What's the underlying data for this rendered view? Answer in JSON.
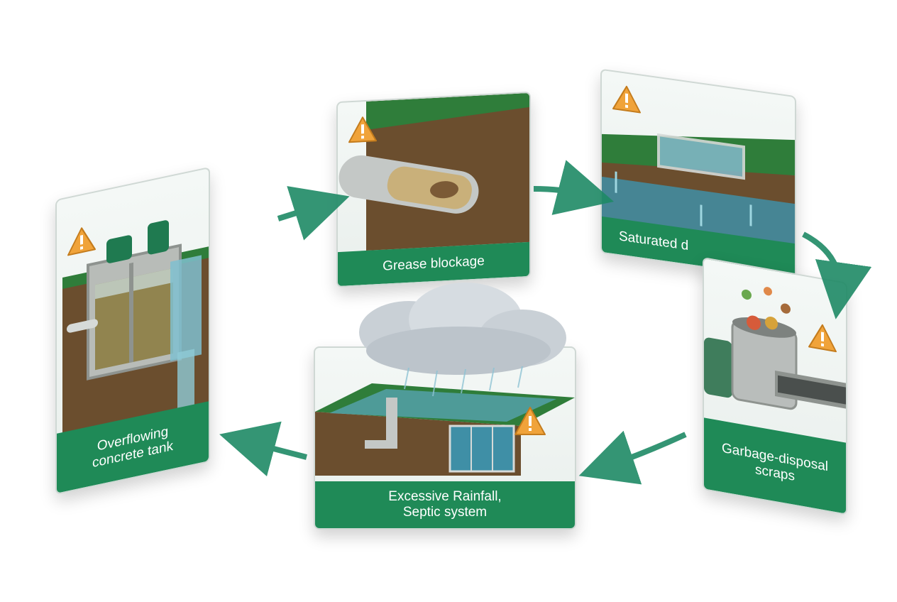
{
  "steps": [
    {
      "id": "tank",
      "label_lines": [
        "Overflowing",
        "concrete tank"
      ]
    },
    {
      "id": "grease",
      "label_lines": [
        "Grease blockage"
      ]
    },
    {
      "id": "saturated",
      "label_lines": [
        "Saturated d"
      ]
    },
    {
      "id": "garbage",
      "label_lines": [
        "Garbage-disposal",
        "scraps"
      ]
    },
    {
      "id": "rainfall",
      "label_lines": [
        "Excessive Rainfall,",
        "Septic system"
      ]
    }
  ],
  "icons": {
    "warning": "warning-triangle-icon",
    "flow_arrow": "curved-arrow-icon",
    "cloud": "rain-cloud-icon"
  },
  "colors": {
    "accent_green": "#1f8a57",
    "grass": "#2f7d3a",
    "soil": "#6b4e2e",
    "water": "#3f8fa6",
    "warning": "#f0a33a",
    "arrow": "#1f8a66"
  }
}
